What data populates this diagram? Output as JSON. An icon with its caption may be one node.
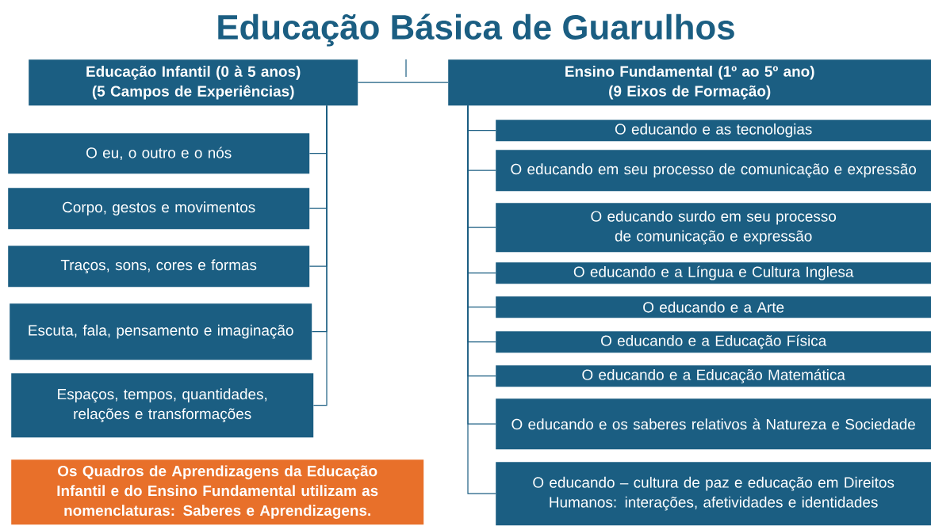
{
  "diagram": {
    "title": "Educação Básica de Guarulhos",
    "nodes": [
      {
        "text": [
          "Educação Infantil (0 à 5 anos)",
          "(5 Campos de Experiências)"
        ]
      },
      {
        "text": [
          "Ensino Fundamental (1º ao 5º ano)",
          "(9 Eixos de Formação)"
        ]
      },
      {
        "text": [
          "O eu, o outro e o nós"
        ]
      },
      {
        "text": [
          "Corpo, gestos e movimentos"
        ]
      },
      {
        "text": [
          "Traços, sons, cores e formas"
        ]
      },
      {
        "text": [
          "Escuta, fala, pensamento e imaginação"
        ]
      },
      {
        "text": [
          "Espaços, tempos, quantidades, relações e transformações"
        ]
      },
      {
        "text": [
          "O educando e as tecnologias"
        ]
      },
      {
        "text": [
          "O educando em seu processo de comunicação e expressão"
        ]
      },
      {
        "text": [
          "O educando surdo em seu processo de comunicação e expressão"
        ]
      },
      {
        "text": [
          "O educando e a Língua e Cultura Inglesa"
        ]
      },
      {
        "text": [
          "O educando e a Arte"
        ]
      },
      {
        "text": [
          "O educando e a Educação Física"
        ]
      },
      {
        "text": [
          "O educando e a Educação Matemática"
        ]
      },
      {
        "text": [
          "O educando e os saberes relativos à Natureza e Sociedade"
        ]
      },
      {
        "text": [
          "O educando – cultura de paz e educação em Direitos Humanos: interações, afetividades e identidades"
        ]
      },
      {
        "text": [
          "Os Quadros de Aprendizagens da Educação Infantil e do Ensino Fundamental utilizam as nomenclaturas: Saberes e Aprendizagens."
        ]
      }
    ],
    "edges": [
      {
        "from": 0,
        "to": 1,
        "arrow": "none"
      },
      {
        "from": 0,
        "to": 2,
        "arrow": "none"
      },
      {
        "from": 0,
        "to": 3,
        "arrow": "none"
      },
      {
        "from": 0,
        "to": 4,
        "arrow": "none"
      },
      {
        "from": 0,
        "to": 5,
        "arrow": "none"
      },
      {
        "from": 0,
        "to": 6,
        "arrow": "none"
      },
      {
        "from": 1,
        "to": 7,
        "arrow": "none"
      },
      {
        "from": 1,
        "to": 8,
        "arrow": "none"
      },
      {
        "from": 1,
        "to": 9,
        "arrow": "none"
      },
      {
        "from": 1,
        "to": 10,
        "arrow": "none"
      },
      {
        "from": 1,
        "to": 11,
        "arrow": "none"
      },
      {
        "from": 1,
        "to": 12,
        "arrow": "none"
      },
      {
        "from": 1,
        "to": 13,
        "arrow": "none"
      },
      {
        "from": 1,
        "to": 14,
        "arrow": "none"
      },
      {
        "from": 1,
        "to": 15,
        "arrow": "none"
      }
    ]
  }
}
